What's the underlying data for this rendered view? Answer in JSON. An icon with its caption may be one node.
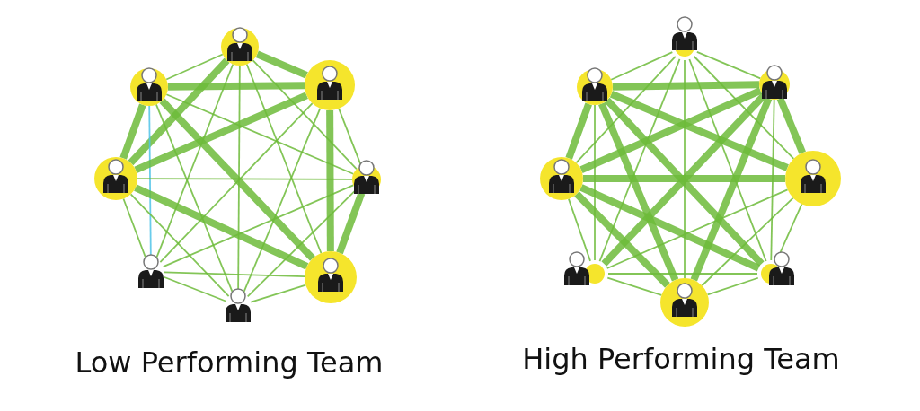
{
  "diagram": {
    "nodes": [
      {
        "text": [],
        "shape": "person"
      },
      {
        "text": [],
        "shape": "person"
      },
      {
        "text": [],
        "shape": "person"
      },
      {
        "text": [],
        "shape": "person"
      },
      {
        "text": [],
        "shape": "person"
      },
      {
        "text": [],
        "shape": "person"
      },
      {
        "text": [],
        "shape": "person"
      },
      {
        "text": [],
        "shape": "person"
      },
      {
        "text": [],
        "shape": "person"
      },
      {
        "text": [],
        "shape": "person"
      },
      {
        "text": [],
        "shape": "person"
      },
      {
        "text": [],
        "shape": "person"
      },
      {
        "text": [],
        "shape": "person"
      },
      {
        "text": [],
        "shape": "person"
      },
      {
        "text": [],
        "shape": "person"
      },
      {
        "text": [],
        "shape": "person"
      }
    ],
    "edges": [
      {
        "from": 0,
        "to": 1,
        "arrow": "none"
      },
      {
        "from": 0,
        "to": 2,
        "arrow": "none",
        "style": "thick"
      },
      {
        "from": 0,
        "to": 3,
        "arrow": "none",
        "style": "thick"
      },
      {
        "from": 0,
        "to": 4,
        "arrow": "none"
      },
      {
        "from": 0,
        "to": 5,
        "arrow": "none"
      },
      {
        "from": 0,
        "to": 6,
        "arrow": "none"
      },
      {
        "from": 0,
        "to": 7,
        "arrow": "none"
      },
      {
        "from": 1,
        "to": 2,
        "arrow": "none",
        "style": "thick"
      },
      {
        "from": 1,
        "to": 3,
        "arrow": "none",
        "style": "thick"
      },
      {
        "from": 1,
        "to": 4,
        "arrow": "none"
      },
      {
        "from": 1,
        "to": 5,
        "arrow": "none",
        "color": "#4fc3e8"
      },
      {
        "from": 1,
        "to": 6,
        "arrow": "none",
        "style": "thick"
      },
      {
        "from": 1,
        "to": 7,
        "arrow": "none"
      },
      {
        "from": 2,
        "to": 3,
        "arrow": "none",
        "style": "thick"
      },
      {
        "from": 2,
        "to": 4,
        "arrow": "none"
      },
      {
        "from": 2,
        "to": 5,
        "arrow": "none"
      },
      {
        "from": 2,
        "to": 6,
        "arrow": "none",
        "style": "thick"
      },
      {
        "from": 2,
        "to": 7,
        "arrow": "none"
      },
      {
        "from": 3,
        "to": 4,
        "arrow": "none"
      },
      {
        "from": 3,
        "to": 5,
        "arrow": "none"
      },
      {
        "from": 3,
        "to": 6,
        "arrow": "none",
        "style": "thick"
      },
      {
        "from": 3,
        "to": 7,
        "arrow": "none"
      },
      {
        "from": 4,
        "to": 5,
        "arrow": "none"
      },
      {
        "from": 4,
        "to": 6,
        "arrow": "none",
        "style": "thick"
      },
      {
        "from": 4,
        "to": 7,
        "arrow": "none"
      },
      {
        "from": 5,
        "to": 6,
        "arrow": "none"
      },
      {
        "from": 5,
        "to": 7,
        "arrow": "none"
      },
      {
        "from": 6,
        "to": 7,
        "arrow": "none"
      },
      {
        "from": 8,
        "to": 9,
        "arrow": "none"
      },
      {
        "from": 8,
        "to": 10,
        "arrow": "none"
      },
      {
        "from": 8,
        "to": 11,
        "arrow": "none"
      },
      {
        "from": 8,
        "to": 12,
        "arrow": "none"
      },
      {
        "from": 8,
        "to": 13,
        "arrow": "none"
      },
      {
        "from": 8,
        "to": 14,
        "arrow": "none"
      },
      {
        "from": 8,
        "to": 15,
        "arrow": "none"
      },
      {
        "from": 9,
        "to": 10,
        "arrow": "none",
        "style": "thick"
      },
      {
        "from": 9,
        "to": 11,
        "arrow": "none",
        "style": "thick"
      },
      {
        "from": 9,
        "to": 12,
        "arrow": "none",
        "style": "thick"
      },
      {
        "from": 9,
        "to": 13,
        "arrow": "none"
      },
      {
        "from": 9,
        "to": 14,
        "arrow": "none",
        "style": "thick"
      },
      {
        "from": 9,
        "to": 15,
        "arrow": "none",
        "style": "thick"
      },
      {
        "from": 10,
        "to": 11,
        "arrow": "none",
        "style": "thick"
      },
      {
        "from": 10,
        "to": 12,
        "arrow": "none",
        "style": "thick"
      },
      {
        "from": 10,
        "to": 13,
        "arrow": "none",
        "style": "thick"
      },
      {
        "from": 10,
        "to": 14,
        "arrow": "none"
      },
      {
        "from": 10,
        "to": 15,
        "arrow": "none",
        "style": "thick"
      },
      {
        "from": 11,
        "to": 12,
        "arrow": "none",
        "style": "thick"
      },
      {
        "from": 11,
        "to": 13,
        "arrow": "none"
      },
      {
        "from": 11,
        "to": 14,
        "arrow": "none",
        "style": "thick"
      },
      {
        "from": 11,
        "to": 15,
        "arrow": "none",
        "style": "thick"
      },
      {
        "from": 12,
        "to": 13,
        "arrow": "none"
      },
      {
        "from": 12,
        "to": 14,
        "arrow": "none"
      },
      {
        "from": 12,
        "to": 15,
        "arrow": "none"
      },
      {
        "from": 13,
        "to": 14,
        "arrow": "none"
      },
      {
        "from": 13,
        "to": 15,
        "arrow": "none"
      },
      {
        "from": 14,
        "to": 15,
        "arrow": "none"
      }
    ],
    "labels": [
      "Low Performing Team",
      "High Performing Team"
    ]
  }
}
